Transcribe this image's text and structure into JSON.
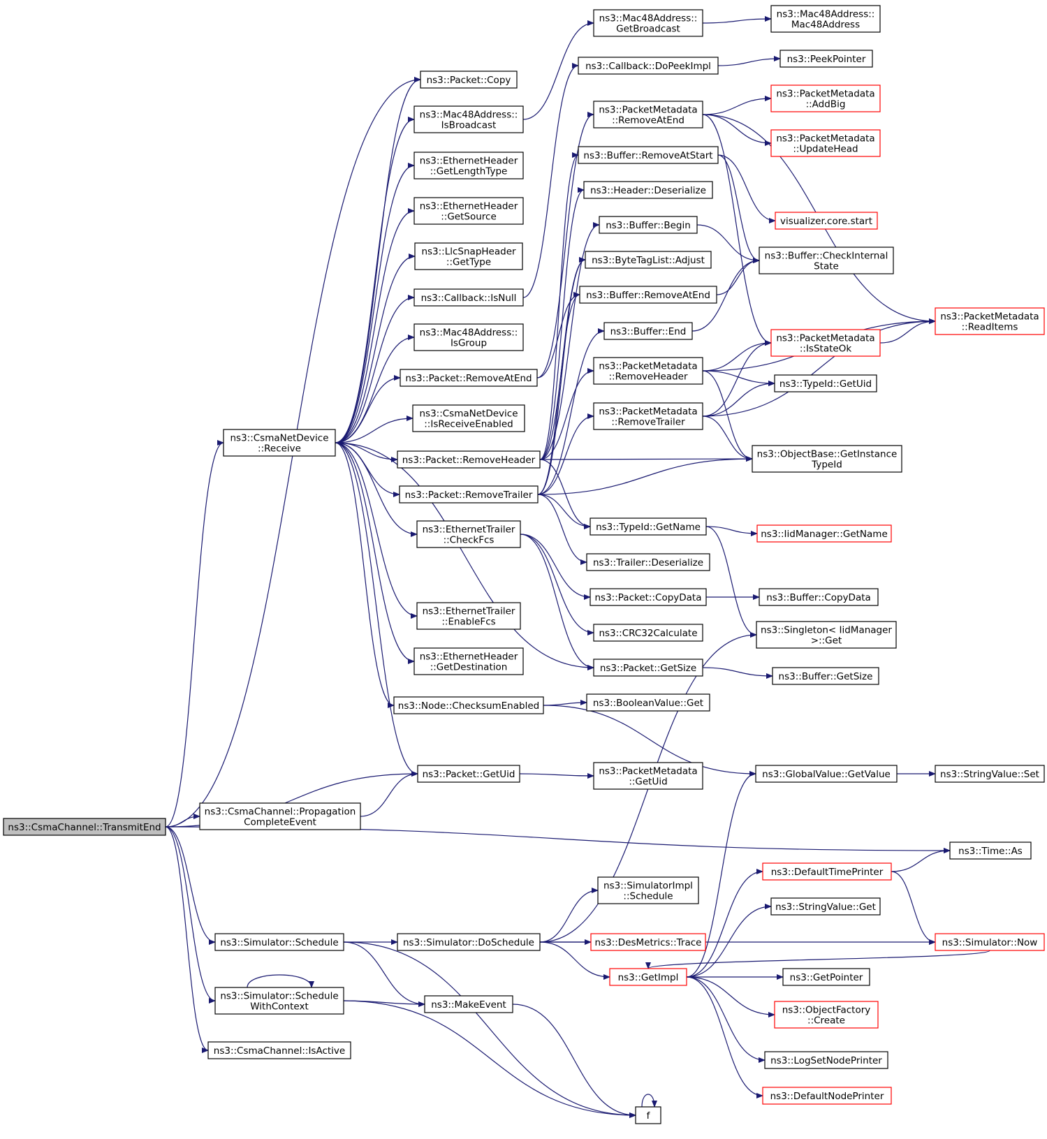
{
  "diagram": {
    "nodes": [
      {
        "id": "transmitEnd",
        "lines": [
          "ns3::CsmaChannel::TransmitEnd"
        ],
        "style": "root"
      },
      {
        "id": "receive",
        "lines": [
          "ns3::CsmaNetDevice",
          "::Receive"
        ],
        "style": "normal"
      },
      {
        "id": "propagation",
        "lines": [
          "ns3::CsmaChannel::Propagation",
          "CompleteEvent"
        ],
        "style": "normal"
      },
      {
        "id": "schedule",
        "lines": [
          "ns3::Simulator::Schedule"
        ],
        "style": "normal"
      },
      {
        "id": "scheduleCtx",
        "lines": [
          "ns3::Simulator::Schedule",
          "WithContext"
        ],
        "style": "normal"
      },
      {
        "id": "isActive",
        "lines": [
          "ns3::CsmaChannel::IsActive"
        ],
        "style": "normal"
      },
      {
        "id": "packetCopy",
        "lines": [
          "ns3::Packet::Copy"
        ],
        "style": "normal"
      },
      {
        "id": "isBroadcast",
        "lines": [
          "ns3::Mac48Address::",
          "IsBroadcast"
        ],
        "style": "normal"
      },
      {
        "id": "getLengthType",
        "lines": [
          "ns3::EthernetHeader",
          "::GetLengthType"
        ],
        "style": "normal"
      },
      {
        "id": "getSource",
        "lines": [
          "ns3::EthernetHeader",
          "::GetSource"
        ],
        "style": "normal"
      },
      {
        "id": "llcGetType",
        "lines": [
          "ns3::LlcSnapHeader",
          "::GetType"
        ],
        "style": "normal"
      },
      {
        "id": "cbIsNull",
        "lines": [
          "ns3::Callback::IsNull"
        ],
        "style": "normal"
      },
      {
        "id": "isGroup",
        "lines": [
          "ns3::Mac48Address::",
          "IsGroup"
        ],
        "style": "normal"
      },
      {
        "id": "pktRemoveAtEnd",
        "lines": [
          "ns3::Packet::RemoveAtEnd"
        ],
        "style": "normal"
      },
      {
        "id": "isRecvEnabled",
        "lines": [
          "ns3::CsmaNetDevice",
          "::IsReceiveEnabled"
        ],
        "style": "normal"
      },
      {
        "id": "pktRemoveHeader",
        "lines": [
          "ns3::Packet::RemoveHeader"
        ],
        "style": "normal"
      },
      {
        "id": "pktRemoveTrailer",
        "lines": [
          "ns3::Packet::RemoveTrailer"
        ],
        "style": "normal"
      },
      {
        "id": "checkFcs",
        "lines": [
          "ns3::EthernetTrailer",
          "::CheckFcs"
        ],
        "style": "normal"
      },
      {
        "id": "enableFcs",
        "lines": [
          "ns3::EthernetTrailer",
          "::EnableFcs"
        ],
        "style": "normal"
      },
      {
        "id": "getDestination",
        "lines": [
          "ns3::EthernetHeader",
          "::GetDestination"
        ],
        "style": "normal"
      },
      {
        "id": "checksumEnabled",
        "lines": [
          "ns3::Node::ChecksumEnabled"
        ],
        "style": "normal"
      },
      {
        "id": "pktGetUid",
        "lines": [
          "ns3::Packet::GetUid"
        ],
        "style": "normal"
      },
      {
        "id": "doSchedule",
        "lines": [
          "ns3::Simulator::DoSchedule"
        ],
        "style": "normal"
      },
      {
        "id": "makeEvent",
        "lines": [
          "ns3::MakeEvent"
        ],
        "style": "normal"
      },
      {
        "id": "getBroadcast",
        "lines": [
          "ns3::Mac48Address::",
          "GetBroadcast"
        ],
        "style": "normal"
      },
      {
        "id": "doPeekImpl",
        "lines": [
          "ns3::Callback::DoPeekImpl"
        ],
        "style": "normal"
      },
      {
        "id": "pmRemoveAtEnd",
        "lines": [
          "ns3::PacketMetadata",
          "::RemoveAtEnd"
        ],
        "style": "normal"
      },
      {
        "id": "bufRemoveAtStart",
        "lines": [
          "ns3::Buffer::RemoveAtStart"
        ],
        "style": "normal"
      },
      {
        "id": "hdrDeserialize",
        "lines": [
          "ns3::Header::Deserialize"
        ],
        "style": "normal"
      },
      {
        "id": "bufBegin",
        "lines": [
          "ns3::Buffer::Begin"
        ],
        "style": "normal"
      },
      {
        "id": "btlAdjust",
        "lines": [
          "ns3::ByteTagList::Adjust"
        ],
        "style": "normal"
      },
      {
        "id": "bufRemoveAtEnd",
        "lines": [
          "ns3::Buffer::RemoveAtEnd"
        ],
        "style": "normal"
      },
      {
        "id": "bufEnd",
        "lines": [
          "ns3::Buffer::End"
        ],
        "style": "normal"
      },
      {
        "id": "pmRemoveHeader",
        "lines": [
          "ns3::PacketMetadata",
          "::RemoveHeader"
        ],
        "style": "normal"
      },
      {
        "id": "pmRemoveTrailer",
        "lines": [
          "ns3::PacketMetadata",
          "::RemoveTrailer"
        ],
        "style": "normal"
      },
      {
        "id": "typeGetName",
        "lines": [
          "ns3::TypeId::GetName"
        ],
        "style": "normal"
      },
      {
        "id": "trlDeserialize",
        "lines": [
          "ns3::Trailer::Deserialize"
        ],
        "style": "normal"
      },
      {
        "id": "pktCopyData",
        "lines": [
          "ns3::Packet::CopyData"
        ],
        "style": "normal"
      },
      {
        "id": "crc32",
        "lines": [
          "ns3::CRC32Calculate"
        ],
        "style": "normal"
      },
      {
        "id": "pktGetSize",
        "lines": [
          "ns3::Packet::GetSize"
        ],
        "style": "normal"
      },
      {
        "id": "boolGet",
        "lines": [
          "ns3::BooleanValue::Get"
        ],
        "style": "normal"
      },
      {
        "id": "pmGetUid",
        "lines": [
          "ns3::PacketMetadata",
          "::GetUid"
        ],
        "style": "normal"
      },
      {
        "id": "simImplSchedule",
        "lines": [
          "ns3::SimulatorImpl",
          "::Schedule"
        ],
        "style": "normal"
      },
      {
        "id": "desTrace",
        "lines": [
          "ns3::DesMetrics::Trace"
        ],
        "style": "red"
      },
      {
        "id": "getImpl",
        "lines": [
          "ns3::GetImpl"
        ],
        "style": "red"
      },
      {
        "id": "f",
        "lines": [
          "f"
        ],
        "style": "normal"
      },
      {
        "id": "mac48Ctor",
        "lines": [
          "ns3::Mac48Address::",
          "Mac48Address"
        ],
        "style": "normal"
      },
      {
        "id": "peekPointer",
        "lines": [
          "ns3::PeekPointer"
        ],
        "style": "normal"
      },
      {
        "id": "addBig",
        "lines": [
          "ns3::PacketMetadata",
          "::AddBig"
        ],
        "style": "red"
      },
      {
        "id": "updateHead",
        "lines": [
          "ns3::PacketMetadata",
          "::UpdateHead"
        ],
        "style": "red"
      },
      {
        "id": "vizStart",
        "lines": [
          "visualizer.core.start"
        ],
        "style": "red"
      },
      {
        "id": "checkInternal",
        "lines": [
          "ns3::Buffer::CheckInternal",
          "State"
        ],
        "style": "normal"
      },
      {
        "id": "readItems",
        "lines": [
          "ns3::PacketMetadata",
          "::ReadItems"
        ],
        "style": "red"
      },
      {
        "id": "isStateOk",
        "lines": [
          "ns3::PacketMetadata",
          "::IsStateOk"
        ],
        "style": "red"
      },
      {
        "id": "typeGetUid",
        "lines": [
          "ns3::TypeId::GetUid"
        ],
        "style": "normal"
      },
      {
        "id": "getInstanceTypeId",
        "lines": [
          "ns3::ObjectBase::GetInstance",
          "TypeId"
        ],
        "style": "normal"
      },
      {
        "id": "iidGetName",
        "lines": [
          "ns3::IidManager::GetName"
        ],
        "style": "red"
      },
      {
        "id": "bufCopyData",
        "lines": [
          "ns3::Buffer::CopyData"
        ],
        "style": "normal"
      },
      {
        "id": "singletonGet",
        "lines": [
          "ns3::Singleton< IidManager",
          " >::Get"
        ],
        "style": "normal"
      },
      {
        "id": "bufGetSize",
        "lines": [
          "ns3::Buffer::GetSize"
        ],
        "style": "normal"
      },
      {
        "id": "gvGetValue",
        "lines": [
          "ns3::GlobalValue::GetValue"
        ],
        "style": "normal"
      },
      {
        "id": "strValueSet",
        "lines": [
          "ns3::StringValue::Set"
        ],
        "style": "normal"
      },
      {
        "id": "timeAs",
        "lines": [
          "ns3::Time::As"
        ],
        "style": "normal"
      },
      {
        "id": "defTimePrinter",
        "lines": [
          "ns3::DefaultTimePrinter"
        ],
        "style": "red"
      },
      {
        "id": "strValueGet",
        "lines": [
          "ns3::StringValue::Get"
        ],
        "style": "normal"
      },
      {
        "id": "simNow",
        "lines": [
          "ns3::Simulator::Now"
        ],
        "style": "red"
      },
      {
        "id": "getPointer",
        "lines": [
          "ns3::GetPointer"
        ],
        "style": "normal"
      },
      {
        "id": "objFactoryCreate",
        "lines": [
          "ns3::ObjectFactory",
          "::Create"
        ],
        "style": "red"
      },
      {
        "id": "logSetNodePrinter",
        "lines": [
          "ns3::LogSetNodePrinter"
        ],
        "style": "normal"
      },
      {
        "id": "defNodePrinter",
        "lines": [
          "ns3::DefaultNodePrinter"
        ],
        "style": "red"
      }
    ],
    "edges": [
      [
        "transmitEnd",
        "receive"
      ],
      [
        "transmitEnd",
        "packetCopy"
      ],
      [
        "transmitEnd",
        "pktGetUid"
      ],
      [
        "transmitEnd",
        "propagation"
      ],
      [
        "transmitEnd",
        "timeAs"
      ],
      [
        "transmitEnd",
        "schedule"
      ],
      [
        "transmitEnd",
        "scheduleCtx"
      ],
      [
        "transmitEnd",
        "isActive"
      ],
      [
        "propagation",
        "pktGetUid"
      ],
      [
        "receive",
        "packetCopy"
      ],
      [
        "receive",
        "isBroadcast"
      ],
      [
        "receive",
        "getLengthType"
      ],
      [
        "receive",
        "getSource"
      ],
      [
        "receive",
        "llcGetType"
      ],
      [
        "receive",
        "cbIsNull"
      ],
      [
        "receive",
        "isGroup"
      ],
      [
        "receive",
        "pktRemoveAtEnd"
      ],
      [
        "receive",
        "isRecvEnabled"
      ],
      [
        "receive",
        "pktRemoveHeader"
      ],
      [
        "receive",
        "pktRemoveTrailer"
      ],
      [
        "receive",
        "checkFcs"
      ],
      [
        "receive",
        "enableFcs"
      ],
      [
        "receive",
        "getDestination"
      ],
      [
        "receive",
        "checksumEnabled"
      ],
      [
        "receive",
        "pktGetUid"
      ],
      [
        "receive",
        "pktGetSize"
      ],
      [
        "isBroadcast",
        "getBroadcast"
      ],
      [
        "getBroadcast",
        "mac48Ctor"
      ],
      [
        "cbIsNull",
        "doPeekImpl"
      ],
      [
        "doPeekImpl",
        "peekPointer"
      ],
      [
        "pktRemoveAtEnd",
        "pmRemoveAtEnd"
      ],
      [
        "pktRemoveAtEnd",
        "bufRemoveAtEnd"
      ],
      [
        "pktRemoveHeader",
        "hdrDeserialize"
      ],
      [
        "pktRemoveHeader",
        "bufBegin"
      ],
      [
        "pktRemoveHeader",
        "btlAdjust"
      ],
      [
        "pktRemoveHeader",
        "bufRemoveAtStart"
      ],
      [
        "pktRemoveHeader",
        "pmRemoveHeader"
      ],
      [
        "pktRemoveHeader",
        "getInstanceTypeId"
      ],
      [
        "pktRemoveHeader",
        "typeGetName"
      ],
      [
        "pktRemoveTrailer",
        "bufRemoveAtEnd"
      ],
      [
        "pktRemoveTrailer",
        "bufEnd"
      ],
      [
        "pktRemoveTrailer",
        "btlAdjust"
      ],
      [
        "pktRemoveTrailer",
        "pmRemoveTrailer"
      ],
      [
        "pktRemoveTrailer",
        "getInstanceTypeId"
      ],
      [
        "pktRemoveTrailer",
        "typeGetName"
      ],
      [
        "pktRemoveTrailer",
        "trlDeserialize"
      ],
      [
        "checkFcs",
        "pktCopyData"
      ],
      [
        "checkFcs",
        "crc32"
      ],
      [
        "checkFcs",
        "pktGetSize"
      ],
      [
        "checksumEnabled",
        "boolGet"
      ],
      [
        "checksumEnabled",
        "gvGetValue"
      ],
      [
        "pktGetUid",
        "pmGetUid"
      ],
      [
        "pmRemoveAtEnd",
        "addBig"
      ],
      [
        "pmRemoveAtEnd",
        "updateHead"
      ],
      [
        "pmRemoveAtEnd",
        "readItems"
      ],
      [
        "pmRemoveAtEnd",
        "isStateOk"
      ],
      [
        "bufRemoveAtStart",
        "vizStart"
      ],
      [
        "bufRemoveAtStart",
        "checkInternal"
      ],
      [
        "bufBegin",
        "checkInternal"
      ],
      [
        "bufRemoveAtEnd",
        "checkInternal"
      ],
      [
        "bufEnd",
        "checkInternal"
      ],
      [
        "pmRemoveHeader",
        "isStateOk"
      ],
      [
        "pmRemoveHeader",
        "typeGetUid"
      ],
      [
        "pmRemoveHeader",
        "readItems"
      ],
      [
        "pmRemoveHeader",
        "getInstanceTypeId"
      ],
      [
        "pmRemoveTrailer",
        "isStateOk"
      ],
      [
        "pmRemoveTrailer",
        "typeGetUid"
      ],
      [
        "pmRemoveTrailer",
        "readItems"
      ],
      [
        "pmRemoveTrailer",
        "getInstanceTypeId"
      ],
      [
        "isStateOk",
        "readItems"
      ],
      [
        "typeGetName",
        "iidGetName"
      ],
      [
        "typeGetName",
        "singletonGet"
      ],
      [
        "pktCopyData",
        "bufCopyData"
      ],
      [
        "pktGetSize",
        "bufGetSize"
      ],
      [
        "gvGetValue",
        "strValueSet"
      ],
      [
        "schedule",
        "doSchedule"
      ],
      [
        "schedule",
        "makeEvent"
      ],
      [
        "schedule",
        "f"
      ],
      [
        "scheduleCtx",
        "scheduleCtx"
      ],
      [
        "scheduleCtx",
        "makeEvent"
      ],
      [
        "scheduleCtx",
        "f"
      ],
      [
        "doSchedule",
        "simImplSchedule"
      ],
      [
        "doSchedule",
        "desTrace"
      ],
      [
        "doSchedule",
        "getImpl"
      ],
      [
        "doSchedule",
        "singletonGet"
      ],
      [
        "doSchedule",
        "simNow"
      ],
      [
        "makeEvent",
        "f"
      ],
      [
        "f",
        "f"
      ],
      [
        "getImpl",
        "gvGetValue"
      ],
      [
        "getImpl",
        "defTimePrinter"
      ],
      [
        "getImpl",
        "strValueGet"
      ],
      [
        "getImpl",
        "getPointer"
      ],
      [
        "getImpl",
        "objFactoryCreate"
      ],
      [
        "getImpl",
        "logSetNodePrinter"
      ],
      [
        "getImpl",
        "defNodePrinter"
      ],
      [
        "simNow",
        "getImpl"
      ],
      [
        "defTimePrinter",
        "timeAs"
      ],
      [
        "defTimePrinter",
        "simNow"
      ]
    ]
  }
}
